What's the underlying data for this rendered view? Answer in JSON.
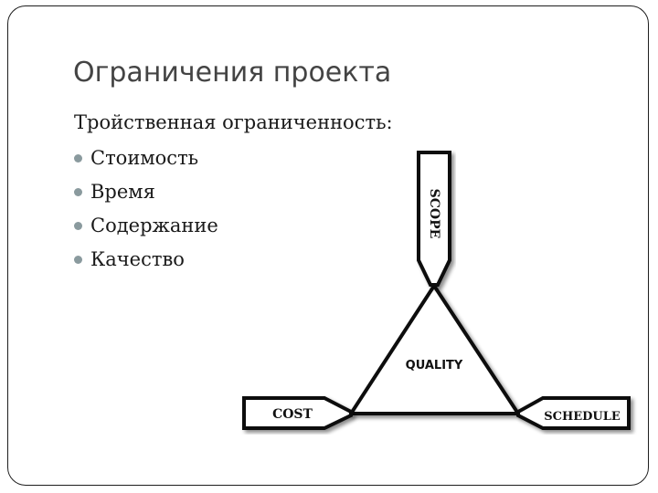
{
  "slide": {
    "title": "Ограничения проекта",
    "intro": "Тройственная ограниченность:",
    "bullets": [
      "Стоимость",
      "Время",
      "Содержание",
      "Качество"
    ]
  },
  "diagram": {
    "scope_label": "SCOPE",
    "quality_label": "QUALITY",
    "cost_label": "COST",
    "schedule_label": "SCHEDULE"
  }
}
